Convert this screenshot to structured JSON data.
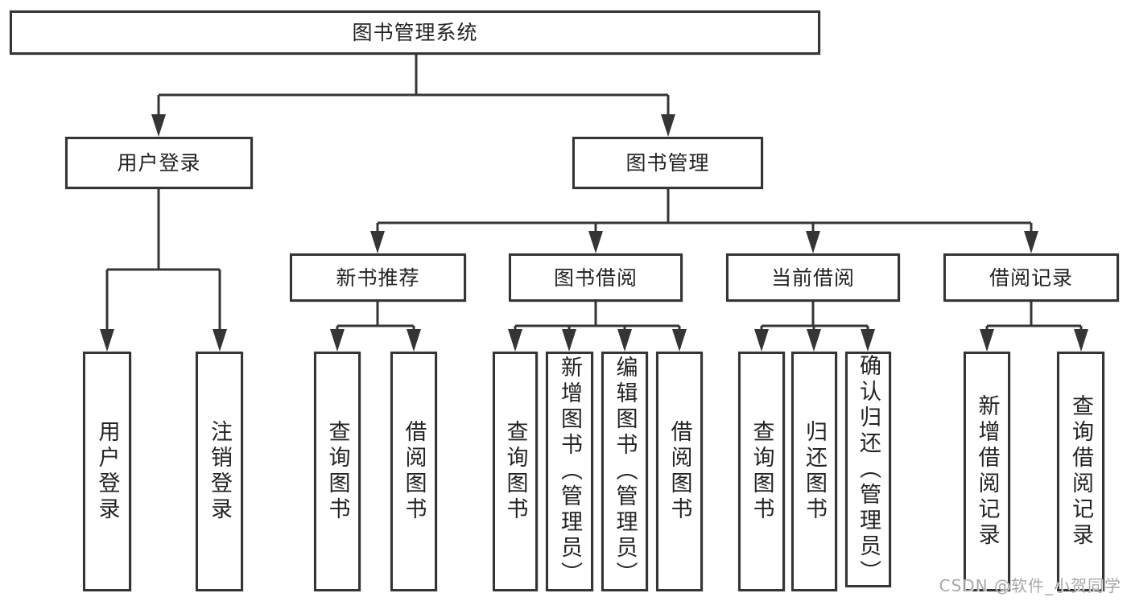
{
  "title": "图书管理系统",
  "nodes": {
    "root": "图书管理系统",
    "user_login": "用户登录",
    "book_mgmt": "图书管理",
    "new_book_rec": "新书推荐",
    "book_borrow": "图书借阅",
    "current_borrow": "当前借阅",
    "borrow_record": "借阅记录",
    "ul_user_login": "用户登录",
    "ul_logout": "注销登录",
    "nbr_query_book": "查询图书",
    "nbr_borrow_book": "借阅图书",
    "bb_query_book": "查询图书",
    "bb_add_book": "新增图书（管理员）",
    "bb_edit_book": "编辑图书（管理员）",
    "bb_borrow_book": "借阅图书",
    "cb_query_book": "查询图书",
    "cb_return_book": "归还图书",
    "cb_confirm_return": "确认归还（管理员）",
    "br_add_record": "新增借阅记录",
    "br_query_record": "查询借阅记录"
  },
  "hierarchy": {
    "图书管理系统": {
      "用户登录": [
        "用户登录",
        "注销登录"
      ],
      "图书管理": {
        "新书推荐": [
          "查询图书",
          "借阅图书"
        ],
        "图书借阅": [
          "查询图书",
          "新增图书（管理员）",
          "编辑图书（管理员）",
          "借阅图书"
        ],
        "当前借阅": [
          "查询图书",
          "归还图书",
          "确认归还（管理员）"
        ],
        "借阅记录": [
          "新增借阅记录",
          "查询借阅记录"
        ]
      }
    }
  },
  "watermark": {
    "text": "CSDN @软件_小贺同学"
  },
  "colors": {
    "line": "#353535",
    "text": "#232323",
    "watermark": "#a8a8a8",
    "background": "#ffffff"
  }
}
